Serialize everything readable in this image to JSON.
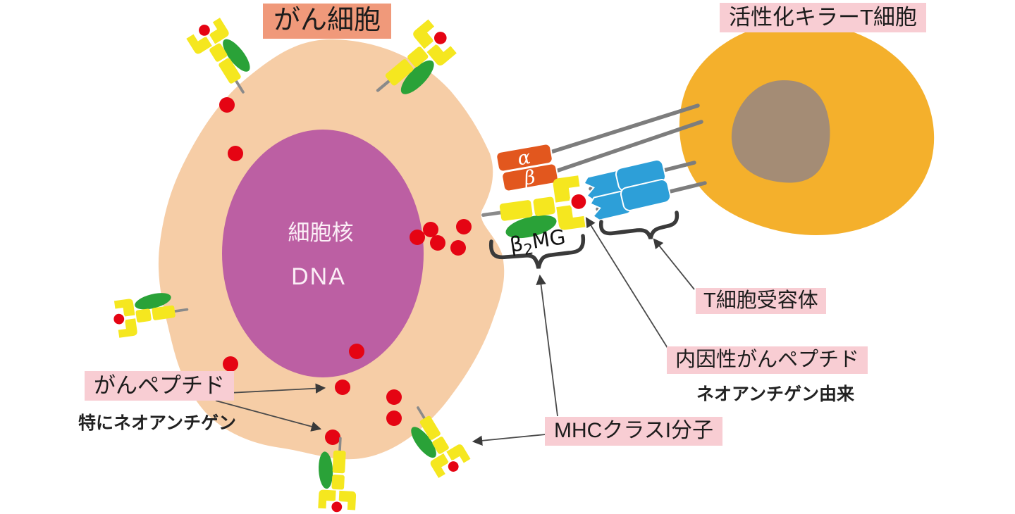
{
  "labels": {
    "cancer_cell": "がん細胞",
    "t_cell": "活性化キラーT細胞",
    "nucleus_line1": "細胞核",
    "nucleus_line2": "DNA",
    "tcr": "T細胞受容体",
    "endogenous_peptide": "内因性がんペプチド",
    "endogenous_peptide_origin": "ネオアンチゲン由来",
    "cancer_peptide": "がんペプチド",
    "cancer_peptide_note": "特にネオアンチゲン",
    "mhc_class1": "MHCクラスI分子",
    "alpha": "α",
    "beta": "β",
    "b2mg_beta": "β",
    "b2mg_sub": "2",
    "b2mg_suffix": "MG"
  },
  "colors": {
    "cancer_cell": "#f6cda6",
    "cancer_nucleus": "#bc5fa3",
    "t_cell": "#f4b02c",
    "t_cell_nucleus": "#a48c75",
    "mhc_yellow": "#f5e71f",
    "b2mg_green": "#2aa238",
    "peptide_red": "#e50413",
    "cd8_orange": "#e2571e",
    "tcr_blue": "#2d9fd8",
    "label_pink": "#f8cdd3",
    "label_salmon": "#f0997a",
    "line_gray": "#7d7d7d",
    "annotation_dark": "#3a3a3a"
  }
}
